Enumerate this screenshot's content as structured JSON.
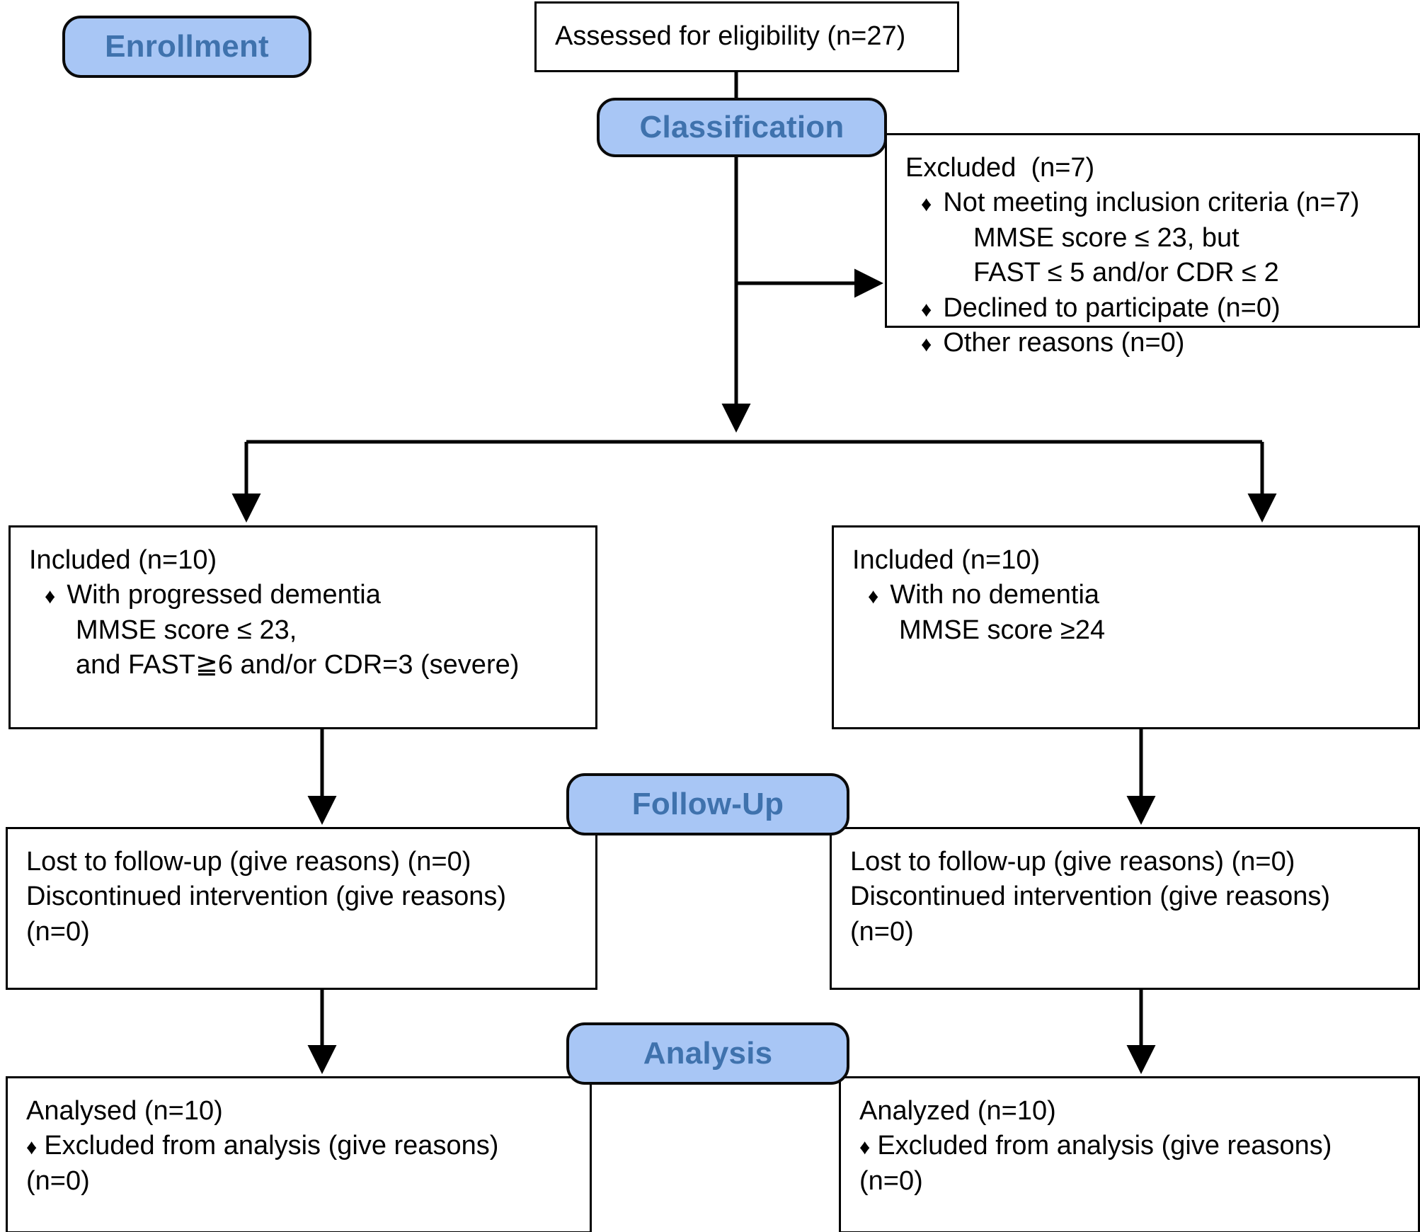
{
  "diagram": {
    "title": "CONSORT participant flow diagram",
    "accent_blue": "#a8c6f5",
    "badge_text_color": "#3f72ad",
    "stroke_color": "#000000",
    "box_fill": "#ffffff"
  },
  "stages": {
    "enrollment": "Enrollment",
    "classification": "Classification",
    "followup": "Follow-Up",
    "analysis": "Analysis"
  },
  "assessed": {
    "line1": "Assessed for eligibility (n=27)"
  },
  "excluded": {
    "heading": "Excluded  (n=7)",
    "bullet1": "Not meeting inclusion criteria (n=7)",
    "bullet1_detail1": "MMSE score ≤ 23, but",
    "bullet1_detail2": "FAST ≤ 5 and/or CDR ≤ 2",
    "bullet2": "Declined to participate (n=0)",
    "bullet3": "Other reasons (n=0)",
    "bullet_glyph": "♦"
  },
  "included_left": {
    "heading": "Included (n=10)",
    "bullet1": "With progressed dementia",
    "detail1": "MMSE score ≤ 23,",
    "detail2": "and FAST≧6 and/or CDR=3 (severe)",
    "bullet_glyph": "♦"
  },
  "included_right": {
    "heading": "Included (n=10)",
    "bullet1": "With no dementia",
    "detail1": "MMSE score ≥24",
    "bullet_glyph": "♦"
  },
  "followup_left": {
    "line1": "Lost to follow-up (give reasons) (n=0)",
    "line2": "Discontinued intervention (give reasons)",
    "line3": "(n=0)"
  },
  "followup_right": {
    "line1": "Lost to follow-up (give reasons) (n=0)",
    "line2": "Discontinued intervention (give reasons)",
    "line3": "(n=0)"
  },
  "analysis_left": {
    "heading": "Analysed (n=10)",
    "bullet1": "Excluded from analysis (give reasons)",
    "line3": "(n=0)",
    "bullet_glyph": "♦"
  },
  "analysis_right": {
    "heading": "Analyzed (n=10)",
    "bullet1": "Excluded from analysis (give reasons)",
    "line3": "(n=0)",
    "bullet_glyph": "♦"
  }
}
